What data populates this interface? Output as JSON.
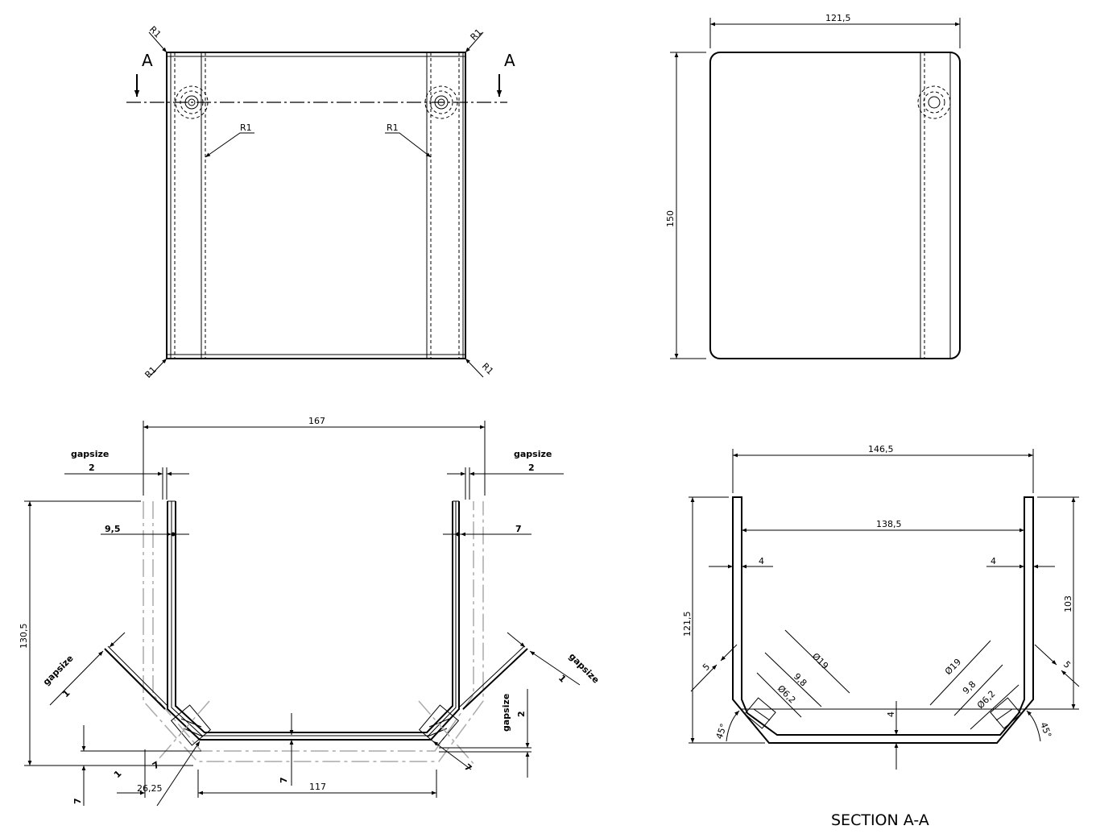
{
  "top_left_view": {
    "section_marks": [
      "A",
      "A"
    ],
    "radius_labels": [
      "R1",
      "R1",
      "R1",
      "R1",
      "R1",
      "R1"
    ]
  },
  "top_right_view": {
    "width_dim": "121,5",
    "height_dim": "150"
  },
  "bottom_left_view": {
    "overall_width": "167",
    "gap_top_left": {
      "label": "gapsize",
      "value": "2"
    },
    "gap_top_right": {
      "label": "gapsize",
      "value": "2"
    },
    "left_offset": "9,5",
    "right_offset": "7",
    "height": "130,5",
    "gap_diag_left": {
      "label": "gapsize",
      "value": "1"
    },
    "gap_diag_right": {
      "label": "gapsize",
      "value": "1"
    },
    "gap_vertical_right": {
      "label": "gapsize",
      "value": "2"
    },
    "diag_left": "7",
    "diag_right": "7",
    "bottom_thickness": "7",
    "left_bottom": "7",
    "diag_small": "1",
    "left_flange": "26,25",
    "bottom_width": "117"
  },
  "section_view": {
    "title": "SECTION A-A",
    "outer_width": "146,5",
    "inner_width": "138,5",
    "wall_left": "4",
    "wall_right": "4",
    "height_left": "121,5",
    "height_right": "103",
    "chamfer_left": "5",
    "chamfer_right": "5",
    "hole_dia_left": "Ø19",
    "hole_dia_right": "Ø19",
    "hole_mid_left": "9,8",
    "hole_mid_right": "9,8",
    "hole_small_left": "Ø6,2",
    "hole_small_right": "Ø6,2",
    "bottom_thickness": "4",
    "angle_left": "45°",
    "angle_right": "45°"
  }
}
